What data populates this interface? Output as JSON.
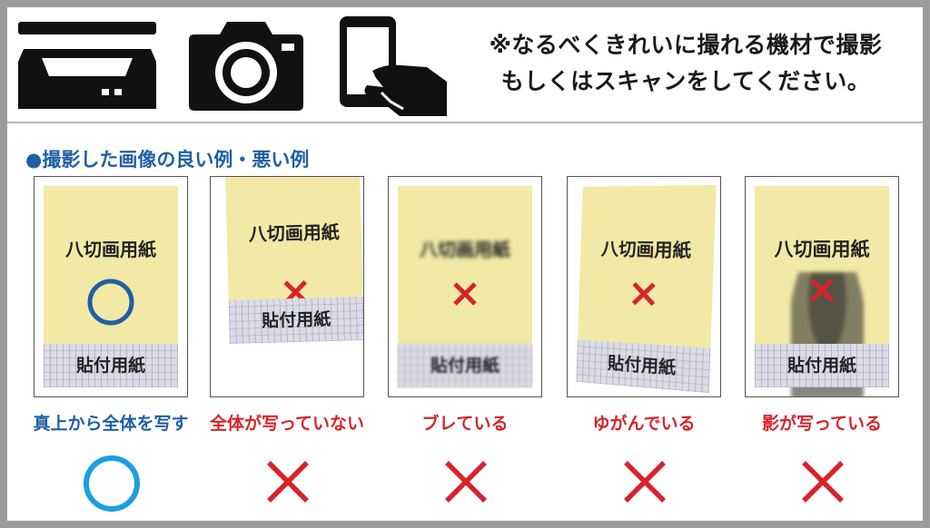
{
  "devices": [
    {
      "icon": "scanner-icon"
    },
    {
      "icon": "camera-icon"
    },
    {
      "icon": "smartphone-icon"
    }
  ],
  "notice": {
    "line1": "※なるべくきれいに撮れる機材で撮影",
    "line2": "もしくはスキャンをしてください。"
  },
  "section": {
    "title": "●撮影した画像の良い例・悪い例"
  },
  "colors": {
    "good": "#1f5fa6",
    "good_circle_big": "#1a9fe0",
    "bad": "#d8232a",
    "paper": "#f3e9a6"
  },
  "examples": [
    {
      "paper_title": "八切画用紙",
      "paper_label": "貼付用紙",
      "verdict": "good",
      "caption": "真上から全体を写す"
    },
    {
      "paper_title": "八切画用紙",
      "paper_label": "貼付用紙",
      "verdict": "bad",
      "caption": "全体が写っていない"
    },
    {
      "paper_title": "八切画用紙",
      "paper_label": "貼付用紙",
      "verdict": "bad",
      "caption": "ブレている"
    },
    {
      "paper_title": "八切画用紙",
      "paper_label": "貼付用紙",
      "verdict": "bad",
      "caption": "ゆがんでいる"
    },
    {
      "paper_title": "八切画用紙",
      "paper_label": "貼付用紙",
      "verdict": "bad",
      "caption": "影が写っている"
    }
  ]
}
